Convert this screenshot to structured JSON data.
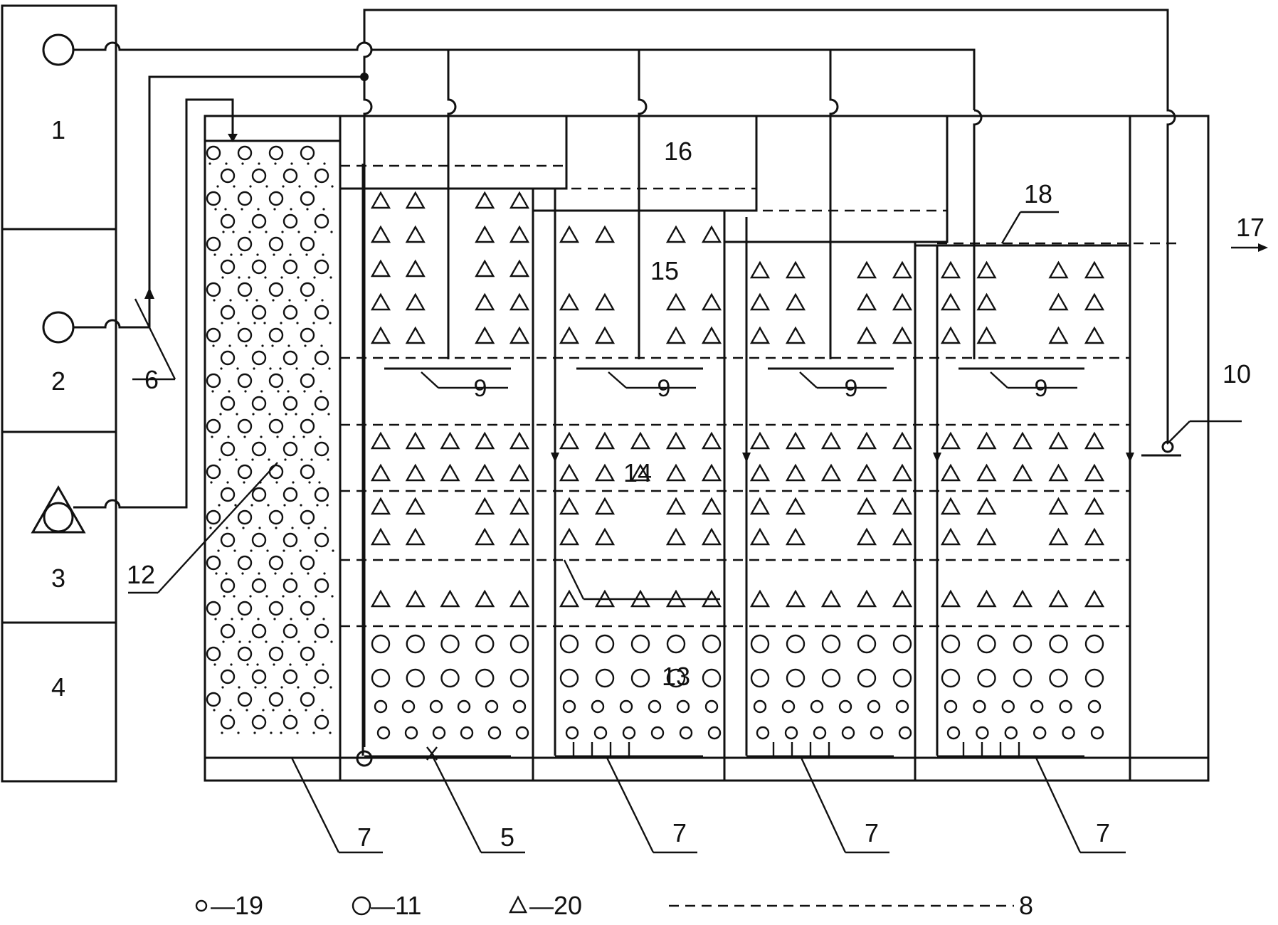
{
  "labels": {
    "l1": "1",
    "l2": "2",
    "l3": "3",
    "l4": "4",
    "l5": "5",
    "l6": "6",
    "l7a": "7",
    "l7b": "7",
    "l7c": "7",
    "l7d": "7",
    "l9a": "9",
    "l9b": "9",
    "l9c": "9",
    "l9d": "9",
    "l10": "10",
    "l12": "12",
    "l13": "13",
    "l14": "14",
    "l15": "15",
    "l16": "16",
    "l17": "17",
    "l18": "18"
  },
  "legend": {
    "small_circle": "19",
    "large_circle": "11",
    "triangle": "20",
    "dashed_line": "8",
    "separator": "—"
  },
  "symbols": {
    "small_circle": "small-circle-icon",
    "large_circle": "large-circle-icon",
    "triangle": "triangle-icon",
    "pump": "pump-icon",
    "blower": "blower-triangle-icon"
  }
}
